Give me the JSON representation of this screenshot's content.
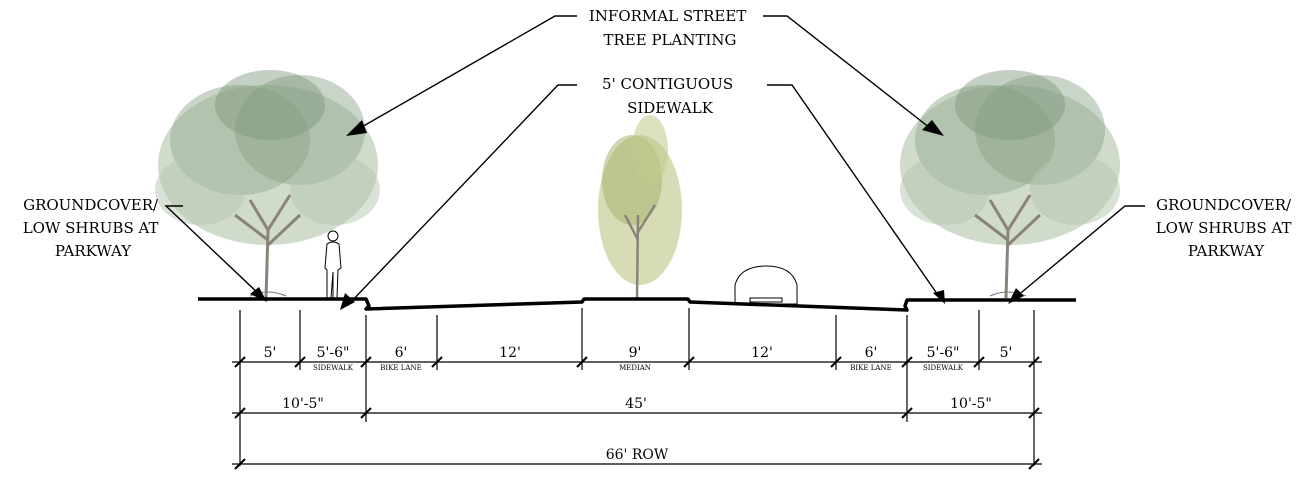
{
  "callouts": {
    "tree_planting": [
      "INFORMAL STREET",
      "TREE PLANTING"
    ],
    "sidewalk": [
      "5' CONTIGUOUS",
      "SIDEWALK"
    ],
    "groundcover_left": [
      "GROUNDCOVER/",
      "LOW SHRUBS AT",
      "PARKWAY"
    ],
    "groundcover_right": [
      "GROUNDCOVER/",
      "LOW SHRUBS AT",
      "PARKWAY"
    ]
  },
  "dimensions": {
    "row1": [
      {
        "label": "5'",
        "sub": ""
      },
      {
        "label": "5'-6\"",
        "sub": "SIDEWALK"
      },
      {
        "label": "6'",
        "sub": "BIKE LANE"
      },
      {
        "label": "12'",
        "sub": ""
      },
      {
        "label": "9'",
        "sub": "MEDIAN"
      },
      {
        "label": "12'",
        "sub": ""
      },
      {
        "label": "6'",
        "sub": "BIKE LANE"
      },
      {
        "label": "5'-6\"",
        "sub": "SIDEWALK"
      },
      {
        "label": "5'",
        "sub": ""
      }
    ],
    "row2": [
      {
        "label": "10'-5\""
      },
      {
        "label": "45'"
      },
      {
        "label": "10'-5\""
      }
    ],
    "row3": [
      {
        "label": "66' ROW"
      }
    ]
  },
  "colors": {
    "line": "#000000",
    "tree_foliage": "#9fb59a",
    "tree_foliage_dark": "#6f8a6e",
    "median_tree_foliage": "#b7c07a",
    "trunk": "#8a8378"
  }
}
